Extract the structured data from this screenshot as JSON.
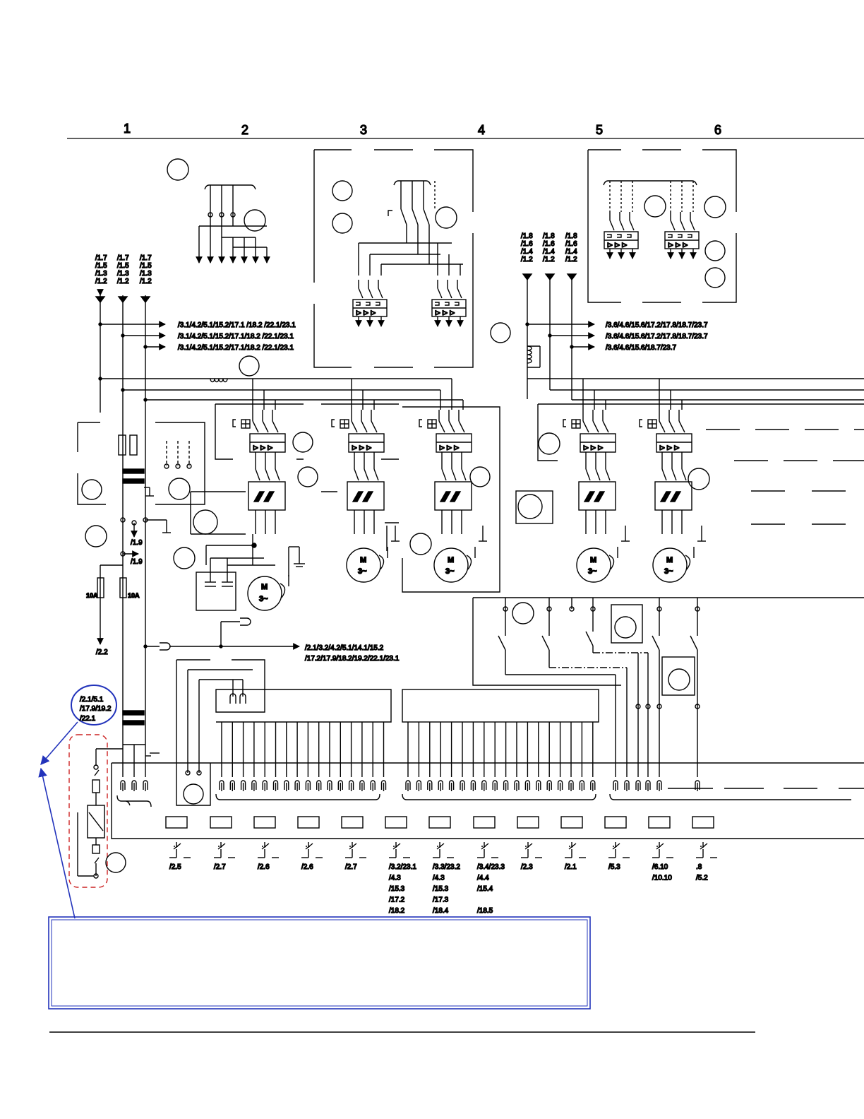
{
  "columns": [
    "1",
    "2",
    "3",
    "4",
    "5",
    "6"
  ],
  "colors": {
    "line": "#000000",
    "note_red": "#cc2222",
    "note_blue": "#2233bb"
  },
  "left_supply_refs": [
    [
      "/1.7",
      "/1.5",
      "/1.3",
      "/1.2"
    ],
    [
      "/1.7",
      "/1.5",
      "/1.3",
      "/1.2"
    ],
    [
      "/1.7",
      "/1.5",
      "/1.3",
      "/1.2"
    ]
  ],
  "right_supply_refs": [
    [
      "/1.8",
      "/1.6",
      "/1.4",
      "/1.2"
    ],
    [
      "/1.8",
      "/1.6",
      "/1.4",
      "/1.2"
    ],
    [
      "/1.8",
      "/1.6",
      "/1.4",
      "/1.2"
    ]
  ],
  "left_bus_refs": [
    "/3.1/4.2/5.1/15.2/17.1 /18.2 /22.1/23.1",
    "/3.1/4.2/5.1/15.2/17.1/18.2 /22.1/23.1",
    "/3.1/4.2/5.1/15.2/17.1/18.2 /22.1/23.1"
  ],
  "right_bus_refs": [
    "/3.6/4.6/15.6/17.2/17.8/18.7/23.7",
    "/3.6/4.6/15.6/17.2/17.8/18.7/23.7",
    "/3.6/4.6/15.6/18.7/23.7"
  ],
  "motor": {
    "letter": "M",
    "phase": "3~"
  },
  "fuses": {
    "left": "10A",
    "right": "10A"
  },
  "refs": {
    "ref_19a": "/1.9",
    "ref_19b": "/1.9",
    "ref_22": "/2.2",
    "circled": [
      "/2.1/5.1",
      "/17.9/19.2",
      "/22.1"
    ],
    "ctrl": [
      "/2.1/3.2/4.2/5.1/14.1/15.2",
      "/17.2/17.9/18.2/19.2/22.1/23.1"
    ]
  },
  "contact_refs": [
    [
      "/2.5"
    ],
    [
      "/2.7"
    ],
    [
      "/2.6"
    ],
    [
      "/2.6"
    ],
    [
      "/2.7"
    ],
    [
      "/3.2/23.1",
      "/4.3",
      "/15.3",
      "/17.2",
      "/18.2"
    ],
    [
      "/3.3/23.2",
      "/4.3",
      "/15.3",
      "/17.3",
      "/18.4"
    ],
    [
      "/3.4/23.3",
      "/4.4",
      "/15.4",
      "",
      "/18.5"
    ],
    [
      "/2.3"
    ],
    [
      "/2.1"
    ],
    [
      "/5.3"
    ],
    [
      "/6.10",
      "/10.10"
    ],
    [
      ".8",
      "/5.2"
    ]
  ]
}
